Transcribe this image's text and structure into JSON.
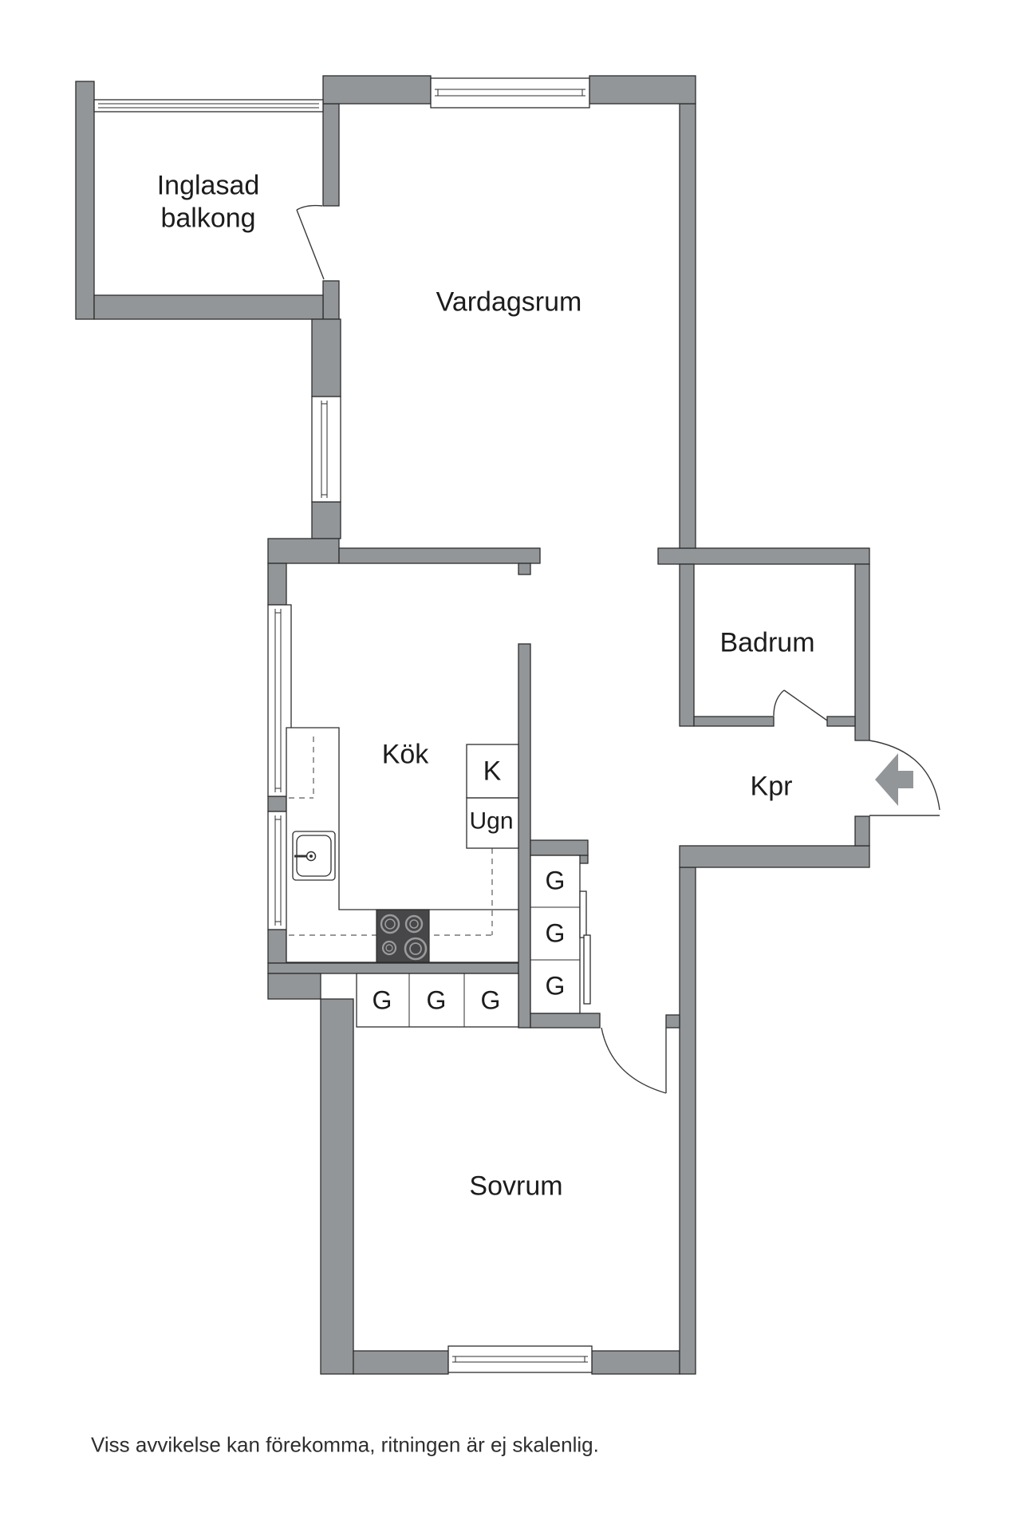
{
  "colors": {
    "wall": "#939699",
    "outline": "#2d2d2d",
    "stove": "#47474a",
    "text": "#1c1c1c",
    "bg": "#ffffff"
  },
  "rooms": {
    "balcony": {
      "line1": "Inglasad",
      "line2": "balkong"
    },
    "living_room": {
      "label": "Vardagsrum"
    },
    "bathroom": {
      "label": "Badrum"
    },
    "kitchen": {
      "label": "Kök"
    },
    "hall": {
      "label": "Kpr"
    },
    "bedroom": {
      "label": "Sovrum"
    }
  },
  "appliances": {
    "fridge": "K",
    "oven": "Ugn"
  },
  "wardrobes": {
    "label": "G",
    "count_row": 3,
    "count_column": 3
  },
  "footer": {
    "note": "Viss avvikelse kan förekomma, ritningen är ej skalenlig."
  }
}
